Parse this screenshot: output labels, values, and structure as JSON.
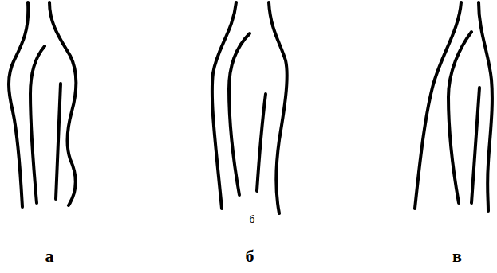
{
  "diagram": {
    "labels": [
      "б",
      "а",
      "б",
      "в"
    ]
  }
}
